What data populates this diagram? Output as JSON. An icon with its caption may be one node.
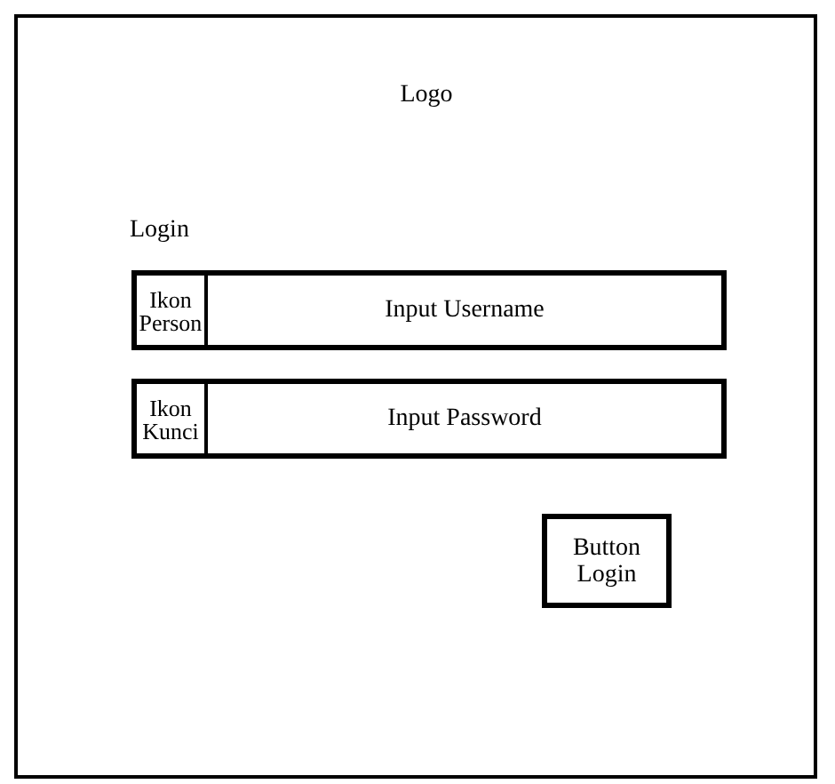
{
  "diagram": {
    "nodes": [
      {
        "text": [
          "Input Username"
        ]
      },
      {
        "text": [
          "Ikon Person"
        ],
        "in": 0
      },
      {
        "text": [
          "Input Password"
        ]
      },
      {
        "text": [
          "Ikon Kunci"
        ],
        "in": 2
      },
      {
        "text": [
          "Button Login"
        ]
      }
    ],
    "labels": [
      "Logo",
      "Login"
    ]
  }
}
